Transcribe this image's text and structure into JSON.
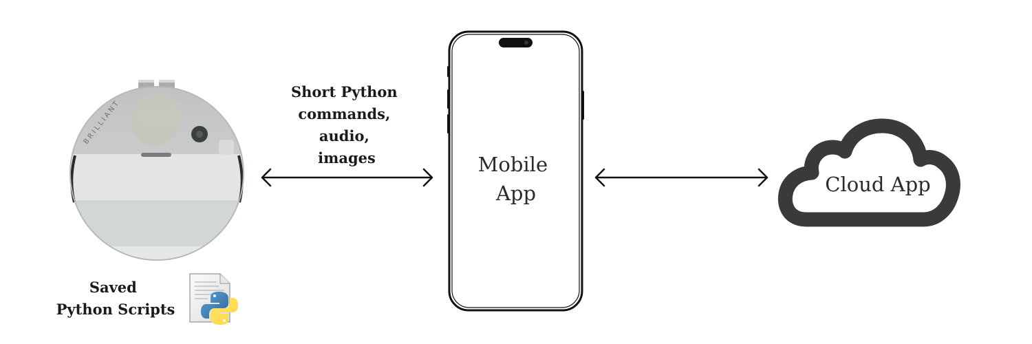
{
  "device": {
    "brand_text": "BRILLIANT",
    "caption_lines": [
      "Saved",
      "Python Scripts"
    ],
    "file_icon": "python-script-file-icon"
  },
  "link_left": {
    "label_lines": [
      "Short Python",
      "commands,",
      "audio,",
      "images"
    ],
    "arrow_icon": "double-headed-arrow-icon"
  },
  "phone": {
    "label_lines": [
      "Mobile",
      "App"
    ],
    "icon": "smartphone-icon"
  },
  "link_right": {
    "arrow_icon": "double-headed-arrow-icon"
  },
  "cloud": {
    "label": "Cloud App",
    "icon": "cloud-icon",
    "color": "#3a3a3a"
  }
}
